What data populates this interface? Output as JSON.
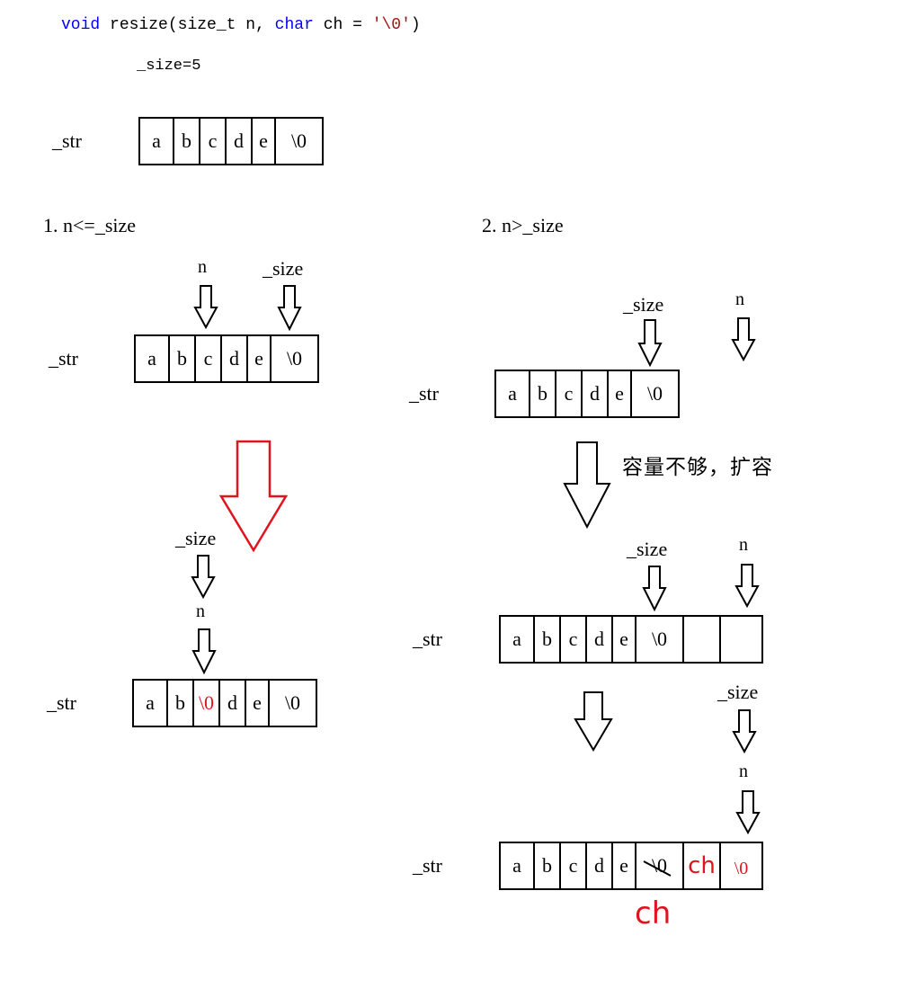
{
  "code": {
    "kw_void": "void",
    "fn": "resize(size_t n, ",
    "kw_char": "char",
    "rest": " ch = ",
    "literal": "'\\0'",
    "close": ")"
  },
  "top": {
    "size_note": "_size=5",
    "str_label": "_str",
    "cells": [
      "a",
      "b",
      "c",
      "d",
      "e",
      "\\0"
    ]
  },
  "case1": {
    "heading": "1. n<=_size",
    "n_label": "n",
    "size_label": "_size",
    "str_label": "_str",
    "cells": [
      "a",
      "b",
      "c",
      "d",
      "e",
      "\\0"
    ],
    "result": {
      "size_label": "_size",
      "n_label": "n",
      "str_label": "_str",
      "cells": [
        "a",
        "b",
        "\\0",
        "d",
        "e",
        "\\0"
      ]
    }
  },
  "case2": {
    "heading": "2. n>_size",
    "size_label": "_size",
    "n_label": "n",
    "str_label": "_str",
    "cells": [
      "a",
      "b",
      "c",
      "d",
      "e",
      "\\0"
    ],
    "expand_note": "容量不够，扩容",
    "expanded": {
      "size_label": "_size",
      "n_label": "n",
      "str_label": "_str",
      "cells": [
        "a",
        "b",
        "c",
        "d",
        "e",
        "\\0",
        "",
        ""
      ]
    },
    "final": {
      "size_label": "_size",
      "n_label": "n",
      "str_label": "_str",
      "cells": [
        "a",
        "b",
        "c",
        "d",
        "e",
        "\\0",
        "ch",
        "\\0"
      ],
      "handwritten_note": "ch"
    }
  },
  "colors": {
    "highlight": "#e0141e",
    "keyword": "#0000ff",
    "literal": "#a31515"
  }
}
